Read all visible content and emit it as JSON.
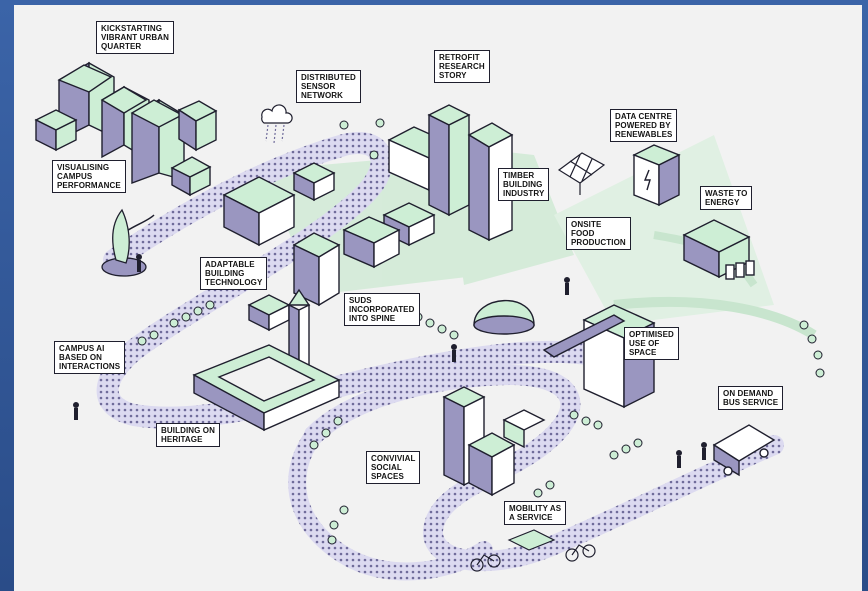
{
  "colors": {
    "frame": "#2c4f8c",
    "background": "#f2f2f2",
    "building_mint": "#cdeed5",
    "building_lavender": "#9a96c0",
    "path_dots": "#6f6b9a",
    "glow_green": "#bfe6c6",
    "outline": "#1f1f2e"
  },
  "labels": {
    "kickstarting": "KICKSTARTING\nVIBRANT URBAN\nQUARTER",
    "distributed": "DISTRIBUTED\nSENSOR\nNETWORK",
    "retrofit": "RETROFIT\nRESEARCH\nSTORY",
    "data_centre": "DATA CENTRE\nPOWERED BY\nRENEWABLES",
    "visualising": "VISUALISING\nCAMPUS\nPERFORMANCE",
    "timber": "TIMBER\nBUILDING\nINDUSTRY",
    "waste": "WASTE TO\nENERGY",
    "onsite": "ONSITE\nFOOD\nPRODUCTION",
    "adaptable": "ADAPTABLE\nBUILDING\nTECHNOLOGY",
    "suds": "SUDS\nINCORPORATED\nINTO SPINE",
    "campus_ai": "CAMPUS AI\nBASED ON\nINTERACTIONS",
    "optimised": "OPTIMISED\nUSE OF\nSPACE",
    "on_demand": "ON DEMAND\nBUS SERVICE",
    "heritage": "BUILDING ON\nHERITAGE",
    "convivial": "CONVIVIAL\nSOCIAL\nSPACES",
    "mobility": "MOBILITY AS\nA SERVICE"
  },
  "icons": [
    "sensor-cloud-icon",
    "solar-panel-icon",
    "lightning-icon",
    "bicycle-icon",
    "bus-icon",
    "tree-icon",
    "person-icon"
  ]
}
